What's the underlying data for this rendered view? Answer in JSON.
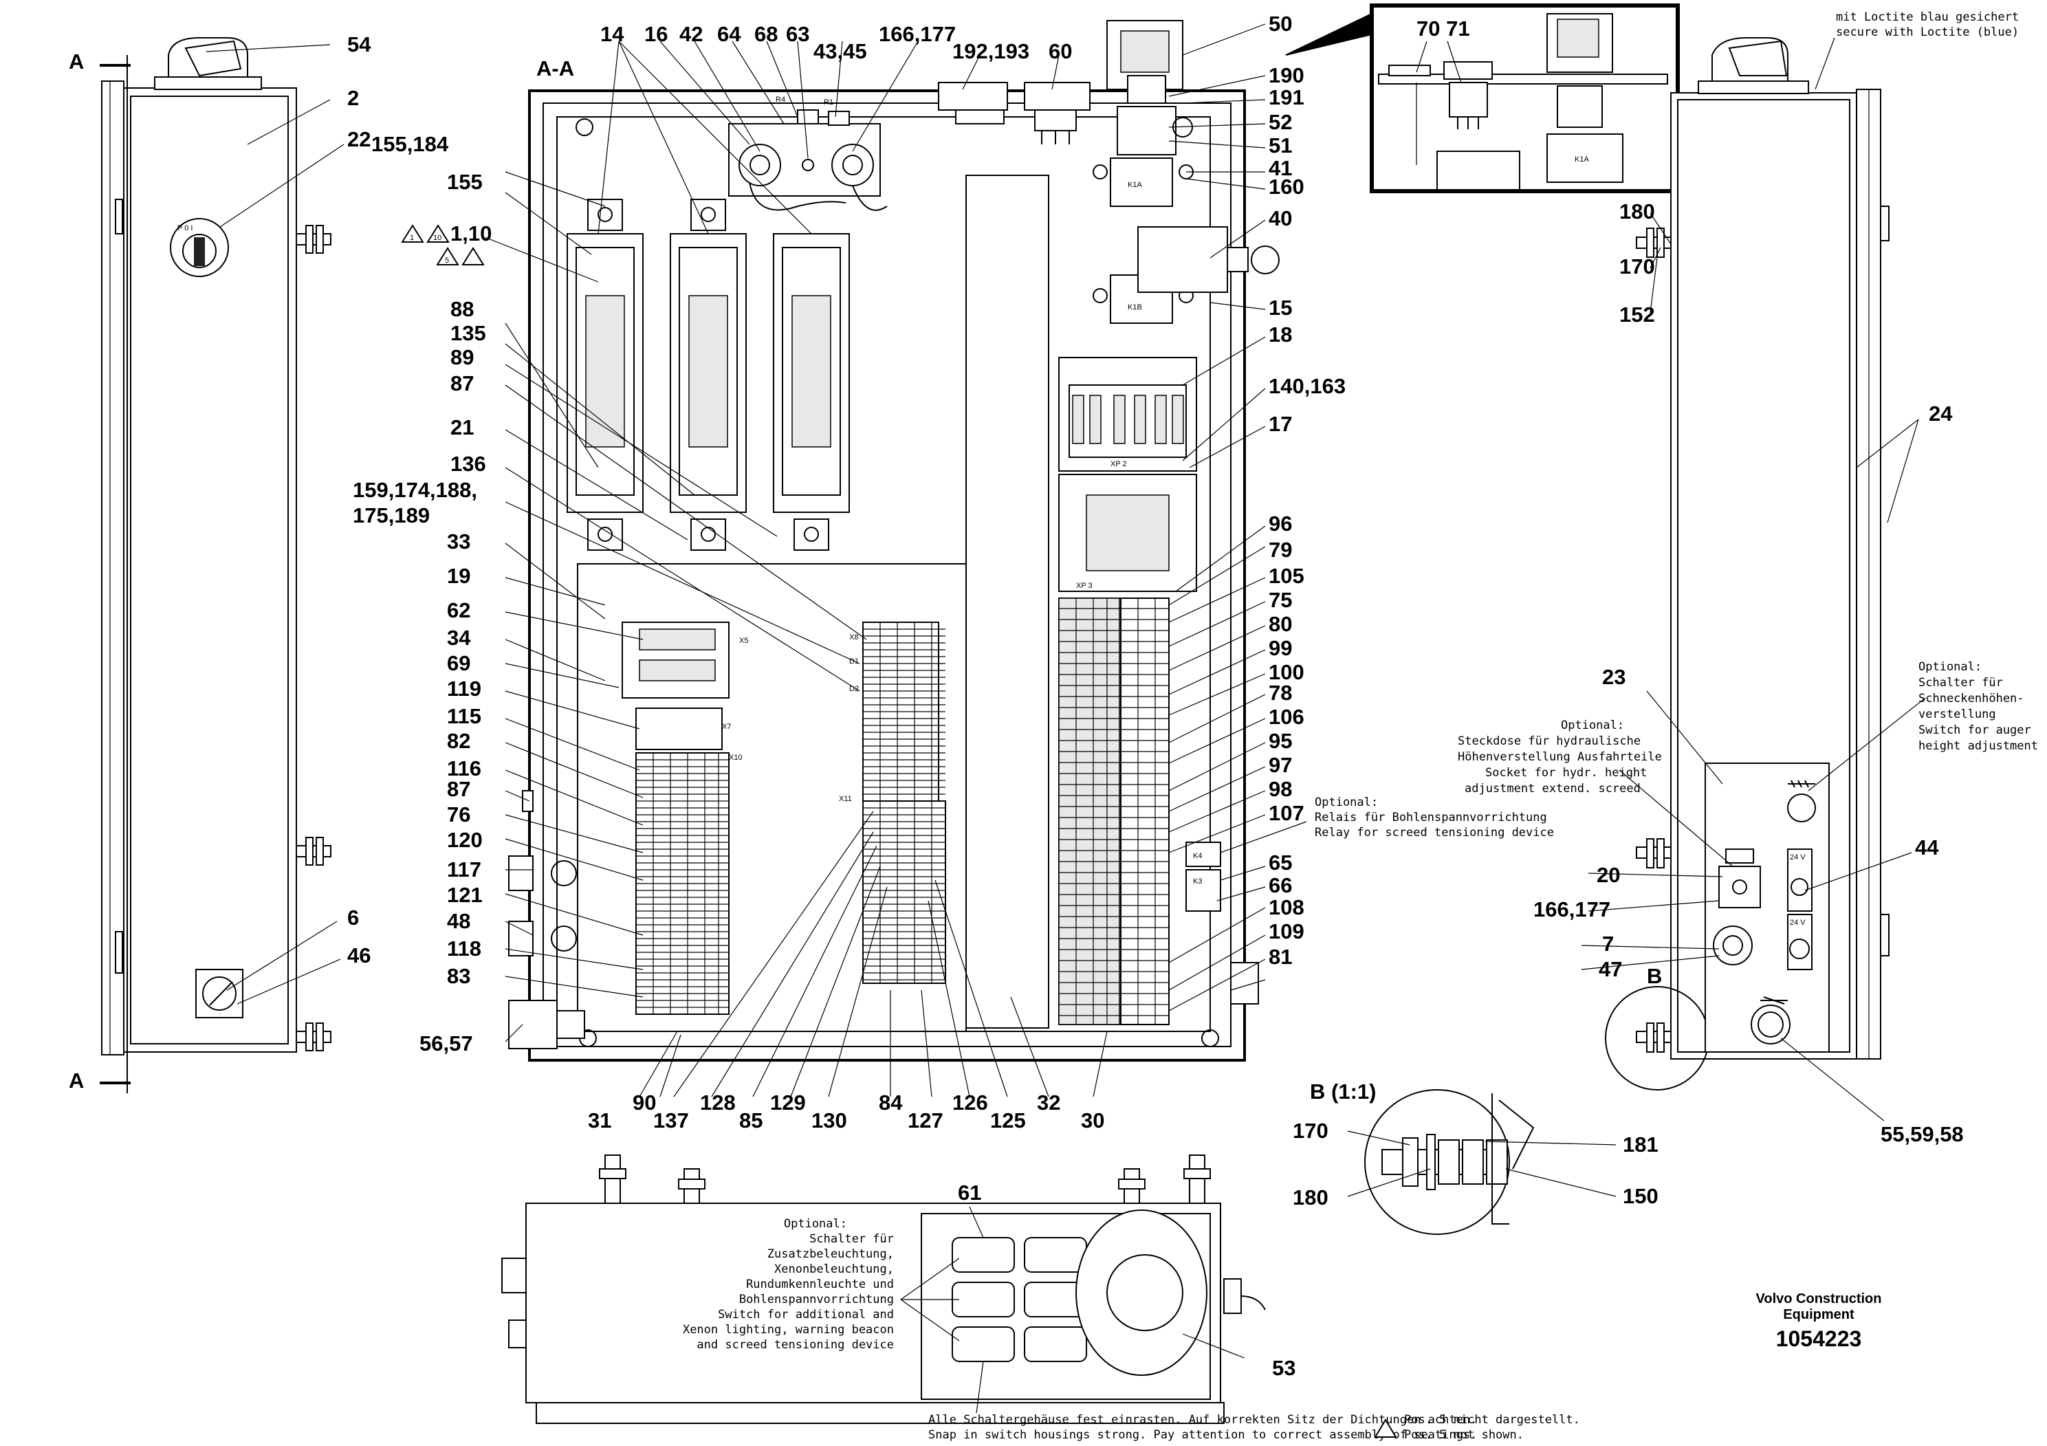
{
  "section_labels": {
    "section": "A-A",
    "cut_a": "A",
    "detail_b": "B (1:1)",
    "detail_b_ref": "B"
  },
  "part_numbers": {
    "p54": "54",
    "p2": "2",
    "p22": "22",
    "p6": "6",
    "p46": "46",
    "p14": "14",
    "p16": "16",
    "p42": "42",
    "p64": "64",
    "p68": "68",
    "p63": "63",
    "p43_45": "43,45",
    "p166_177_top": "166,177",
    "p192_193": "192,193",
    "p60": "60",
    "p50": "50",
    "p190": "190",
    "p191": "191",
    "p52": "52",
    "p51": "51",
    "p41": "41",
    "p160": "160",
    "p40": "40",
    "p15": "15",
    "p18": "18",
    "p140_163": "140,163",
    "p17": "17",
    "p96": "96",
    "p79": "79",
    "p105": "105",
    "p75": "75",
    "p80": "80",
    "p99": "99",
    "p100": "100",
    "p78": "78",
    "p106": "106",
    "p95": "95",
    "p97": "97",
    "p98": "98",
    "p107": "107",
    "p65": "65",
    "p66": "66",
    "p108": "108",
    "p109": "109",
    "p81": "81",
    "p155_184": "155,184",
    "p155": "155",
    "p1_10": "1,10",
    "p88": "88",
    "p135": "135",
    "p89": "89",
    "p87a": "87",
    "p21": "21",
    "p136": "136",
    "p159": "159,174,188,",
    "p175_189": "175,189",
    "p33": "33",
    "p19": "19",
    "p62": "62",
    "p34": "34",
    "p69": "69",
    "p119": "119",
    "p115": "115",
    "p82": "82",
    "p116": "116",
    "p87b": "87",
    "p76": "76",
    "p120": "120",
    "p117": "117",
    "p121": "121",
    "p48": "48",
    "p118": "118",
    "p83": "83",
    "p56_57": "56,57",
    "p31": "31",
    "p90": "90",
    "p137": "137",
    "p128": "128",
    "p85": "85",
    "p129": "129",
    "p130": "130",
    "p84": "84",
    "p127": "127",
    "p126": "126",
    "p125": "125",
    "p32": "32",
    "p30": "30",
    "p70_71": "70 71",
    "p180a": "180",
    "p170a": "170",
    "p152": "152",
    "p24": "24",
    "p23": "23",
    "p44": "44",
    "p20": "20",
    "p166_177": "166,177",
    "p7": "7",
    "p47": "47",
    "p55_59_58": "55,59,58",
    "p170b": "170",
    "p180b": "180",
    "p181": "181",
    "p150": "150",
    "p61": "61",
    "p53": "53"
  },
  "notes": {
    "loctite": [
      "mit Loctite blau gesichert",
      "secure with Loctite (blue)"
    ],
    "relay": [
      "Optional:",
      "Relais für Bohlenspannvorrichtung",
      "Relay for screed tensioning device"
    ],
    "socket": [
      "Optional:",
      "Steckdose für hydraulische",
      "Höhenverstellung Ausfahrteile",
      "Socket for hydr. height",
      "adjustment extend. screed"
    ],
    "auger": [
      "Optional:",
      "Schalter für",
      "Schneckenhöhen-",
      "verstellung",
      "Switch for auger",
      "height adjustment"
    ],
    "switches": [
      "Optional:",
      "Schalter für",
      "Zusatzbeleuchtung,",
      "Xenonbeleuchtung,",
      "Rundumkennleuchte und",
      "Bohlenspannvorrichtung",
      "Switch for additional and",
      "Xenon lighting, warning beacon",
      "and screed tensioning device"
    ],
    "footer": [
      "Alle Schaltergehäuse fest einrasten. Auf korrekten Sitz der Dichtungen achten.",
      "Snap in switch housings strong. Pay attention to correct assembly of seatings."
    ],
    "pos5": [
      "Pos. 5 nicht dargestellt.",
      "Pos. 5 not shown."
    ]
  },
  "component_labels": {
    "k1a": "K1A",
    "k1b": "K1B",
    "k4": "K4",
    "k3": "K3",
    "xp2": "XP 2",
    "xp3": "XP 3",
    "x7": "X7",
    "x10": "X10",
    "x11": "X11",
    "x8": "X8",
    "d1": "D1",
    "d2": "D2",
    "x5": "X5",
    "r4": "R4",
    "r1": "R1",
    "v24a": "24 V",
    "v24b": "24 V",
    "warn_a": "1",
    "warn_b": "10",
    "warn_c": "5",
    "keyswitch": "P 0 I"
  },
  "brand": {
    "company": "Volvo Construction",
    "company2": "Equipment",
    "doc_number": "1054223"
  }
}
